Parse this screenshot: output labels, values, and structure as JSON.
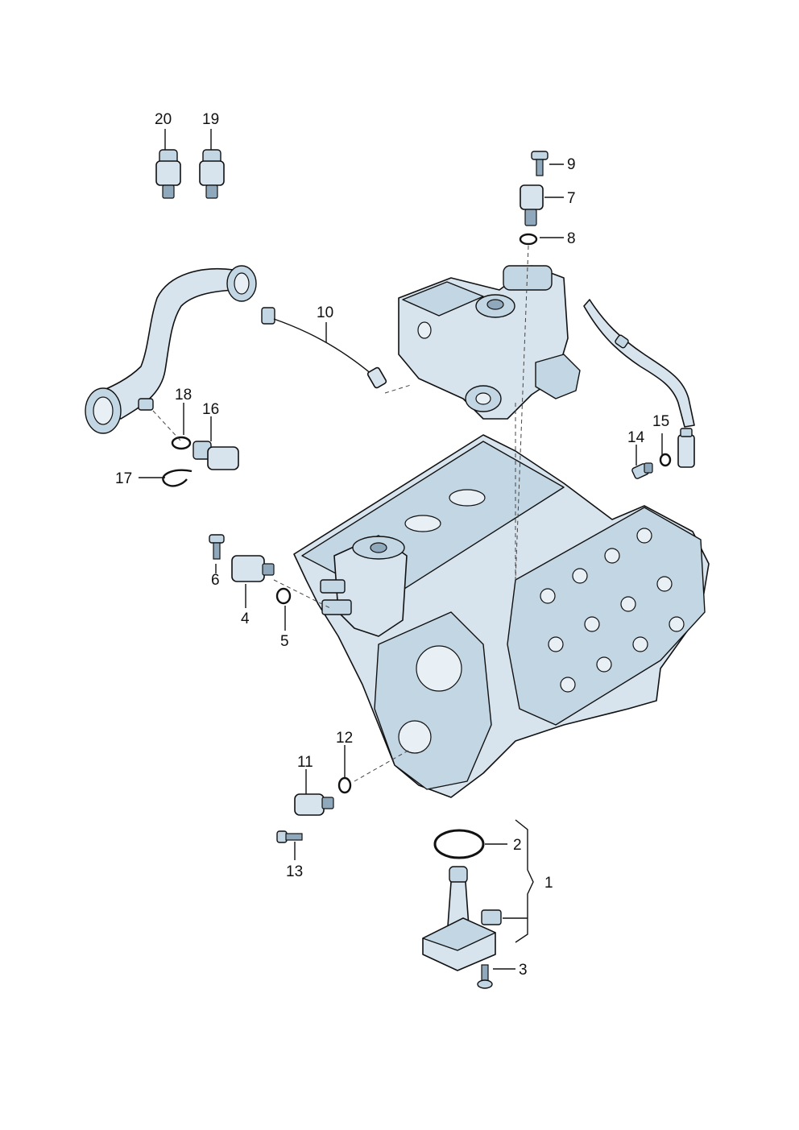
{
  "labels": {
    "l1": "1",
    "l2": "2",
    "l3": "3",
    "l4": "4",
    "l5": "5",
    "l6": "6",
    "l7": "7",
    "l8": "8",
    "l9": "9",
    "l10": "10",
    "l11": "11",
    "l12": "12",
    "l13": "13",
    "l14": "14",
    "l15": "15",
    "l16": "16",
    "l17": "17",
    "l18": "18",
    "l19": "19",
    "l20": "20"
  },
  "colors": {
    "part_fill": "#d7e4ee",
    "outline": "#111111"
  }
}
